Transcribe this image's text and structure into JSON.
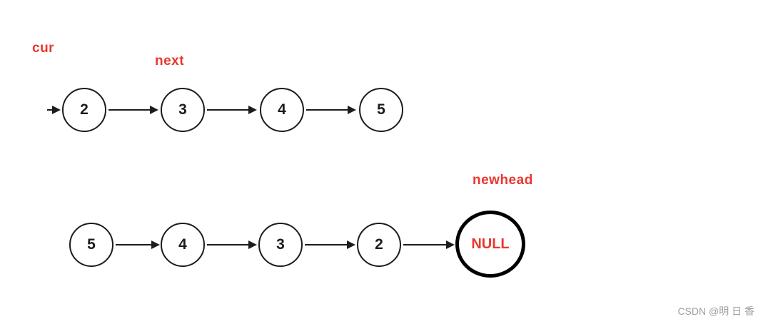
{
  "labels": {
    "cur": "cur",
    "next": "next",
    "newhead": "newhead"
  },
  "top_list": {
    "nodes": [
      "2",
      "3",
      "4",
      "5"
    ]
  },
  "bottom_list": {
    "nodes": [
      "5",
      "4",
      "3",
      "2"
    ],
    "tail": "NULL"
  },
  "watermark": "CSDN @明 日 香",
  "colors": {
    "accent": "#e8382f",
    "stroke": "#1c1c1c",
    "watermark": "#9e9ea4"
  }
}
